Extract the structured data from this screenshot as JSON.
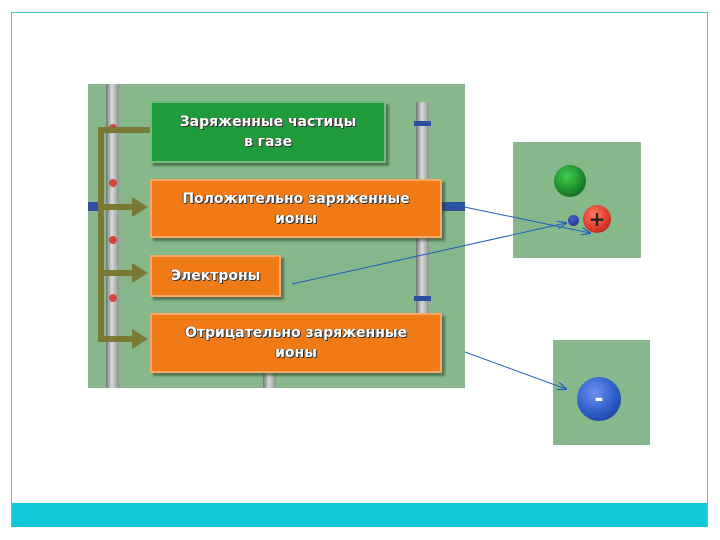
{
  "diagram": {
    "boxes": [
      {
        "id": "charged-particles",
        "label": "Заряженные частицы\nв газе"
      },
      {
        "id": "positive-ions",
        "label": "Положительно заряженные\nионы"
      },
      {
        "id": "electrons",
        "label": "Электроны"
      },
      {
        "id": "negative-ions",
        "label": "Отрицательно заряженные\nионы"
      }
    ]
  },
  "particles": {
    "positive_ion_sign": "+",
    "negative_ion_sign": "-"
  },
  "colors": {
    "frame_border": "#4fc3d6",
    "bottom_bar": "#12c9d9",
    "panel_background": "#86b88c",
    "header_box": "#1f9b3b",
    "category_box": "#f07a16",
    "connector_lines": "#1f5fbf",
    "neutral_atom": "#1e8a2c",
    "positive_ion": "#e23a2a",
    "negative_ion": "#2a5cc8",
    "electron": "#1a2a80"
  }
}
